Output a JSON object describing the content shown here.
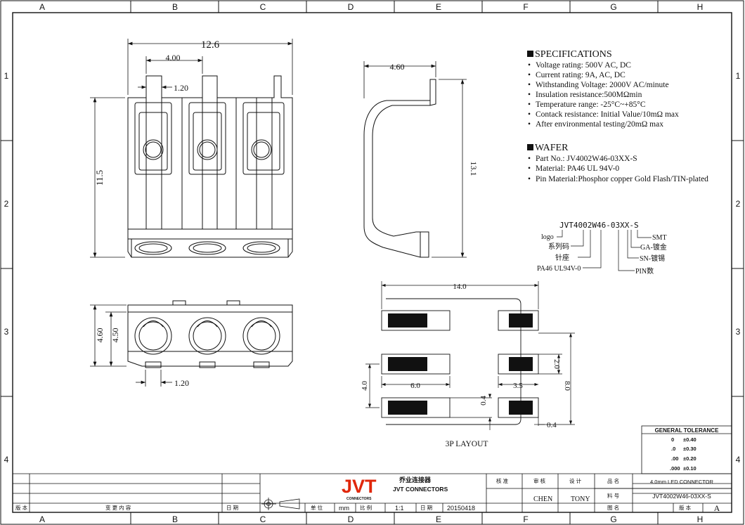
{
  "grid": {
    "columns": [
      "A",
      "B",
      "C",
      "D",
      "E",
      "F",
      "G",
      "H"
    ],
    "rows": [
      "1",
      "2",
      "3",
      "4"
    ]
  },
  "dimensions": {
    "width_total": "12.6",
    "pitch": "4.00",
    "pin_width": "1.20",
    "height_front": "11.5",
    "side_depth": "4.60",
    "side_height": "13.1",
    "bottom_h1": "4.60",
    "bottom_h2": "4.50",
    "bottom_pin": "1.20"
  },
  "specifications": {
    "title": "SPECIFICATIONS",
    "items": [
      "Voltage rating: 500V AC, DC",
      "Current rating: 9A, AC, DC",
      "Withstanding Voltage: 2000V AC/minute",
      "Insulation resistance:500MΩmin",
      "Temperature range: -25°C~+85°C",
      "Contack resistance: Initial Value/10mΩ max",
      "After environmental testing/20mΩ max"
    ]
  },
  "wafer": {
    "title": "WAFER",
    "items": [
      "Part No.: JV4002W46-03XX-S",
      "Material: PA46  UL 94V-0",
      "Pin Material:Phosphor copper Gold Flash/TIN-plated"
    ]
  },
  "part_code": {
    "code": "JVT4002W46-03XX-S",
    "logo": "logo",
    "series": "系列码",
    "header": "针座",
    "material": "PA46 UL94V-0",
    "smt": "SMT",
    "ga": "GA-镀金",
    "sn": "SN-镀锡",
    "pin": "PIN数"
  },
  "layout": {
    "title": "3P LAYOUT",
    "d14": "14.0",
    "d6": "6.0",
    "d35": "3.5",
    "d2": "2.0",
    "d8": "8.0",
    "d4": "4.0",
    "d04a": "0.4",
    "d04b": "0.4"
  },
  "tolerance": {
    "title": "GENERAL TOLERANCE",
    "rows": [
      {
        "k": "0",
        "v": "±0.40"
      },
      {
        "k": ".0",
        "v": "±0.30"
      },
      {
        "k": ".00",
        "v": "±0.20"
      },
      {
        "k": ".000",
        "v": "±0.10"
      }
    ]
  },
  "titleblock": {
    "company_cn": "乔业连接器",
    "company_en": "JVT CONNECTORS",
    "logo": "JVT",
    "logo_sub": "CONNECTORS",
    "hdr_approve": "核 准",
    "hdr_review": "审 核",
    "hdr_design": "设 计",
    "reviewer": "CHEN",
    "designer": "TONY",
    "lbl_name": "品 名",
    "name": "4.0mm LED CONNECTOR",
    "lbl_partno": "料 号",
    "partno": "JVT4002W46-03XX-S",
    "lbl_drawing": "图 名",
    "lbl_version": "版 本",
    "version": "A",
    "lbl_unit": "单 位",
    "unit": "mm",
    "lbl_scale": "比 例",
    "scale": "1:1",
    "lbl_date": "日 期",
    "date": "20150418",
    "lbl_rev": "版 本",
    "lbl_change": "变 更 内 容",
    "lbl_revdate": "日 期"
  }
}
